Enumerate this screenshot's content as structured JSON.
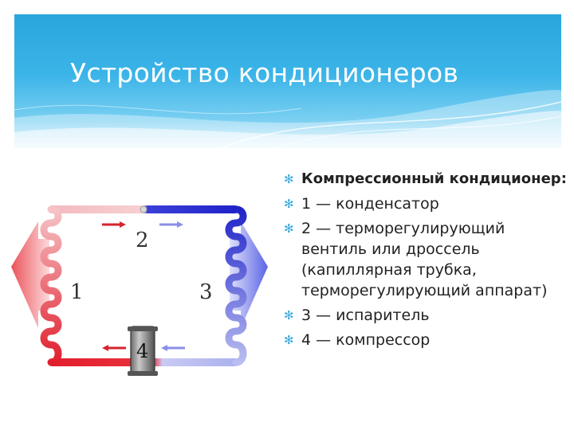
{
  "slide": {
    "title": "Устройство кондиционеров"
  },
  "diagram": {
    "labels": [
      "1",
      "2",
      "3",
      "4"
    ]
  },
  "bullets": [
    {
      "text": "Компрессионный кондиционер:",
      "bold": true
    },
    {
      "text": "1 — конденсатор",
      "bold": false
    },
    {
      "text": "2 — терморегулирующий вентиль или дроссель (капиллярная трубка, терморегулирующий аппарат)",
      "bold": false
    },
    {
      "text": "3 — испаритель",
      "bold": false
    },
    {
      "text": "4 — компрессор",
      "bold": false
    }
  ],
  "colors": {
    "header_blue": "#2aa6dd",
    "hot_red": "#e52330",
    "cold_blue": "#2a2fd0",
    "bullet_accent": "#39a9db"
  },
  "icons": {
    "bullet": "snowflake-bullet-icon"
  }
}
